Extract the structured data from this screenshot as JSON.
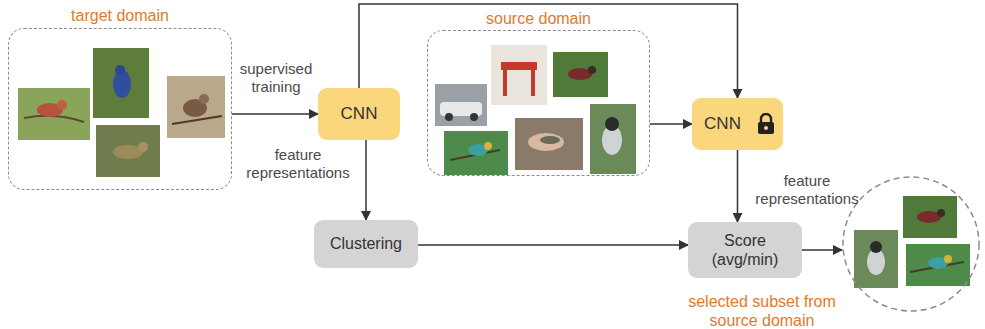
{
  "diagram": {
    "nodes": [
      {
        "text": [
          "target domain"
        ]
      },
      {
        "text": [
          "CNN"
        ]
      },
      {
        "text": [
          "source domain"
        ]
      },
      {
        "text": [
          "CNN"
        ]
      },
      {
        "text": [
          "Clustering"
        ]
      },
      {
        "text": [
          "Score (avg/min)"
        ]
      },
      {
        "text": [
          "selected subset from source domain"
        ]
      }
    ],
    "edges": [
      {
        "from": 0,
        "to": 1,
        "label": "supervised training",
        "arrow": "to"
      },
      {
        "from": 1,
        "to": 3,
        "arrow": "to"
      },
      {
        "from": 2,
        "to": 3,
        "arrow": "to"
      },
      {
        "from": 1,
        "to": 4,
        "label": "feature representations",
        "arrow": "to"
      },
      {
        "from": 3,
        "to": 5,
        "label": "feature representations",
        "arrow": "to"
      },
      {
        "from": 4,
        "to": 5,
        "arrow": "to"
      },
      {
        "from": 5,
        "to": 6,
        "arrow": "to"
      }
    ]
  }
}
